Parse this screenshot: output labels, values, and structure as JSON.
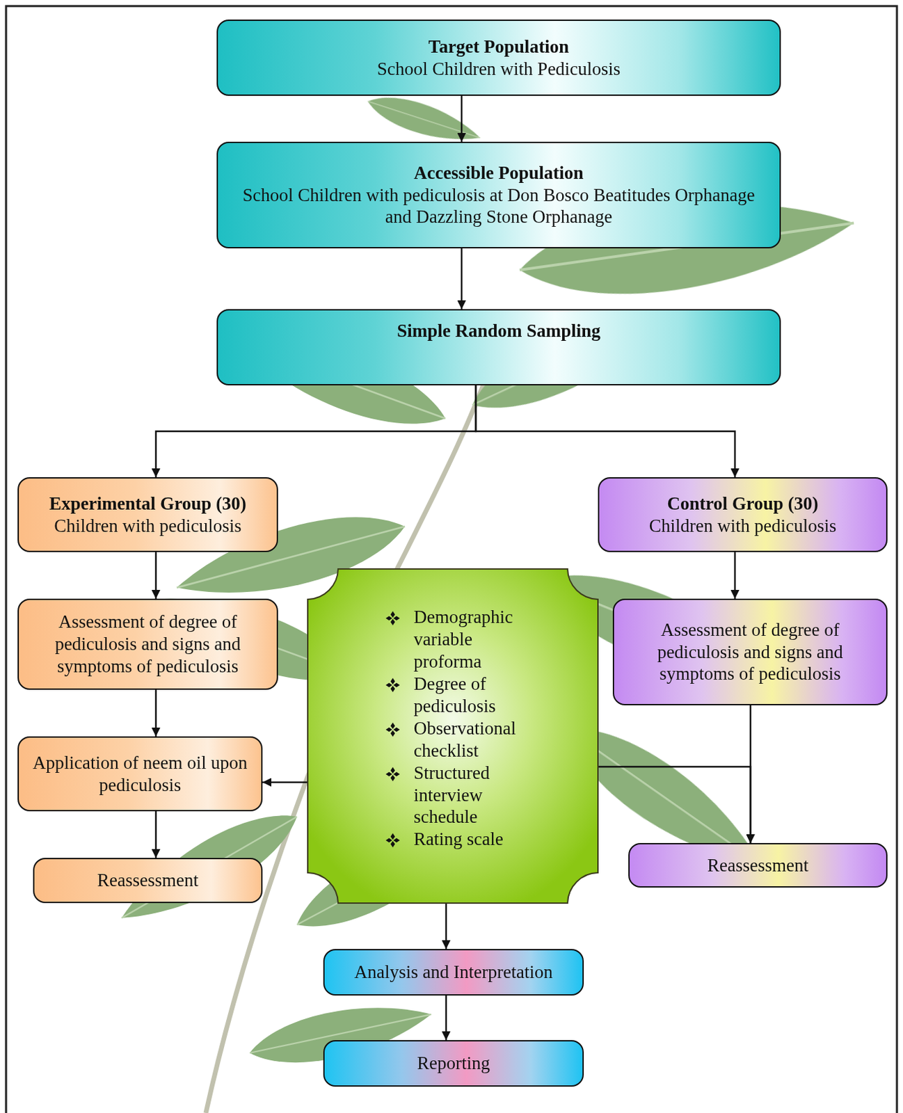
{
  "diagram": {
    "nodes": [
      {
        "text": [
          "Target Population",
          "School Children with Pediculosis"
        ]
      },
      {
        "text": [
          "Accessible Population",
          "School Children with pediculosis at Don Bosco Beatitudes Orphanage and Dazzling Stone Orphanage"
        ]
      },
      {
        "text": [
          "Simple Random Sampling"
        ]
      },
      {
        "text": [
          "Experimental Group (30)",
          "Children with pediculosis"
        ]
      },
      {
        "text": [
          "Control Group (30)",
          "Children with pediculosis"
        ]
      },
      {
        "text": [
          "Assessment of degree of pediculosis and signs and symptoms of pediculosis"
        ]
      },
      {
        "text": [
          "Assessment of degree of pediculosis and signs and symptoms of pediculosis"
        ]
      },
      {
        "text": [
          "Demographic variable proforma",
          "Degree of pediculosis",
          "Observational checklist",
          "Structured interview schedule",
          "Rating scale"
        ]
      },
      {
        "text": [
          "Application of neem oil upon pediculosis"
        ]
      },
      {
        "text": [
          "Reassessment"
        ]
      },
      {
        "text": [
          "Reassessment"
        ]
      },
      {
        "text": [
          "Analysis and Interpretation"
        ]
      },
      {
        "text": [
          "Reporting"
        ]
      }
    ],
    "edges": [
      {
        "from": 0,
        "to": 1,
        "arrow": "to"
      },
      {
        "from": 1,
        "to": 2,
        "arrow": "to"
      },
      {
        "from": 2,
        "to": 3,
        "arrow": "to"
      },
      {
        "from": 2,
        "to": 4,
        "arrow": "to"
      },
      {
        "from": 3,
        "to": 5,
        "arrow": "to"
      },
      {
        "from": 5,
        "to": 8,
        "arrow": "to"
      },
      {
        "from": 8,
        "to": 9,
        "arrow": "to"
      },
      {
        "from": 4,
        "to": 6,
        "arrow": "to"
      },
      {
        "from": 6,
        "to": 10,
        "arrow": "to"
      },
      {
        "from": 7,
        "to": 8,
        "arrow": "to"
      },
      {
        "from": 7,
        "to": 10,
        "arrow": "to"
      },
      {
        "from": 7,
        "to": 11,
        "arrow": "to"
      },
      {
        "from": 11,
        "to": 12,
        "arrow": "to"
      }
    ]
  }
}
